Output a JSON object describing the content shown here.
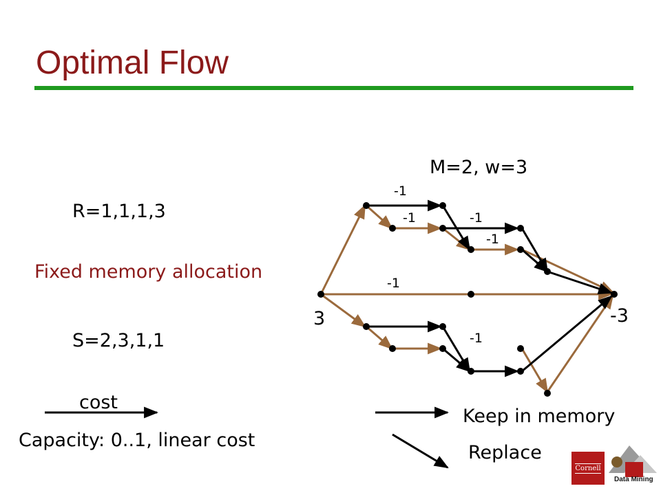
{
  "slide": {
    "title": "Optimal Flow",
    "params": "M=2, w=3",
    "r_seq": "R=1,1,1,3",
    "policy": "Fixed memory allocation",
    "s_seq": "S=2,3,1,1",
    "source_supply": "3",
    "sink_demand": "-3"
  },
  "edge_labels": [
    "-1",
    "-1",
    "-1",
    "-1",
    "-1",
    "-1"
  ],
  "legend": {
    "cost_label": "cost",
    "capacity_label": "Capacity: 0..1, linear cost",
    "keep_label": "Keep in memory",
    "replace_label": "Replace"
  },
  "logos": {
    "cornell": "Cornell",
    "data_mining": "Data Mining"
  },
  "colors": {
    "title": "#8b1a1a",
    "rule": "#1f9a1f",
    "replace_edge": "#9b6a3c",
    "keep_edge": "#000000"
  }
}
